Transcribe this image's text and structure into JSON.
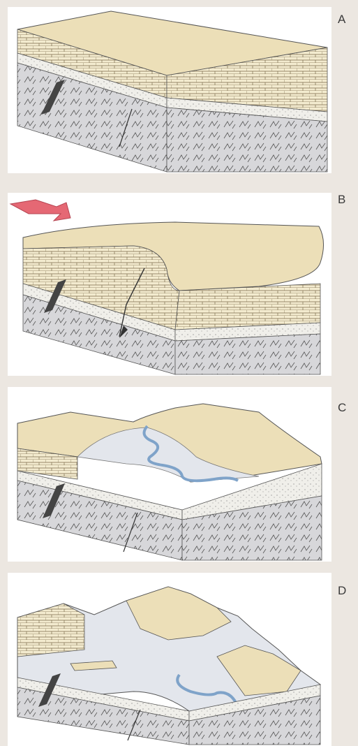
{
  "panels": [
    {
      "label": "A"
    },
    {
      "label": "B"
    },
    {
      "label": "C"
    },
    {
      "label": "D"
    }
  ],
  "colors": {
    "background": "#ece7e1",
    "panel": "#ffffff",
    "sand_top": "#ecdfb8",
    "limestone": "#f3ebcf",
    "sandstone": "#f0efea",
    "basement": "#d7d7da",
    "river": "#7fa3c9",
    "arrow": "#e56874",
    "dike": "#444444"
  }
}
